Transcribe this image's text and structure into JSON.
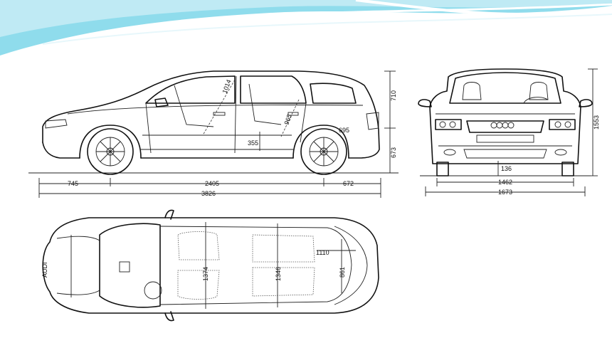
{
  "header": {
    "band_color": "#7fd3e6",
    "accent_color": "#cfeef5"
  },
  "side_view": {
    "dims": {
      "front_overhang": "745",
      "wheelbase": "2405",
      "rear_overhang": "672",
      "overall_length": "3826",
      "roof_height": "710",
      "sill_height": "673",
      "seat_diag": "1014",
      "rear_diag": "965",
      "sill_offset": "695",
      "seat_height": "355"
    }
  },
  "front_view": {
    "dims": {
      "overall_height": "1553",
      "ground_clearance": "136",
      "track": "1462",
      "overall_width": "1673"
    }
  },
  "top_view": {
    "dims": {
      "front_seat_width": "1374",
      "rear_width": "1346",
      "cargo_length": "1110",
      "cargo_width": "861",
      "brand": "AUDI"
    }
  }
}
